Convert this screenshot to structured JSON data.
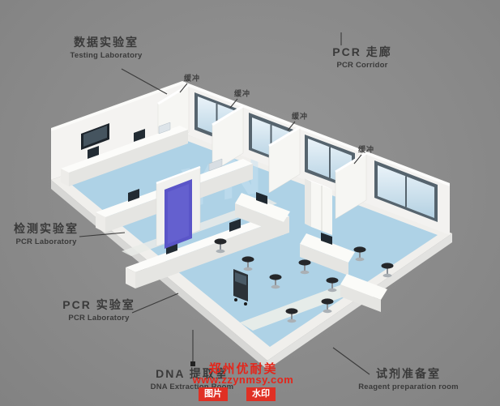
{
  "scene": {
    "background": "#8a8a8a",
    "floor_color": "#aed2e6",
    "wall_color": "#f3f2f0",
    "window_frame_color": "#56646e",
    "door_accent_color": "#5a55c8",
    "floor_watermark": "YN"
  },
  "annotations": {
    "testing_lab": {
      "zh": "数据实验室",
      "en": "Testing Laboratory"
    },
    "pcr_corridor": {
      "zh": "PCR 走廊",
      "en": "PCR Corridor"
    },
    "detection_lab": {
      "zh": "检测实验室",
      "en": "PCR Laboratory"
    },
    "pcr_lab": {
      "zh": "PCR 实验室",
      "en": "PCR Laboratory"
    },
    "dna_extraction": {
      "zh": "DNA 提取室",
      "en": "DNA Extraction Room"
    },
    "reagent_prep": {
      "zh": "试剂准备室",
      "en": "Reagent preparation room"
    },
    "buffers": [
      "缓冲",
      "缓冲",
      "缓冲",
      "缓冲"
    ]
  },
  "watermark": {
    "company": "郑州优耐美",
    "website": "www.zzynmsy.com",
    "tag_image": "图片",
    "tag_watermark": "水印",
    "color": "#e4261b"
  }
}
